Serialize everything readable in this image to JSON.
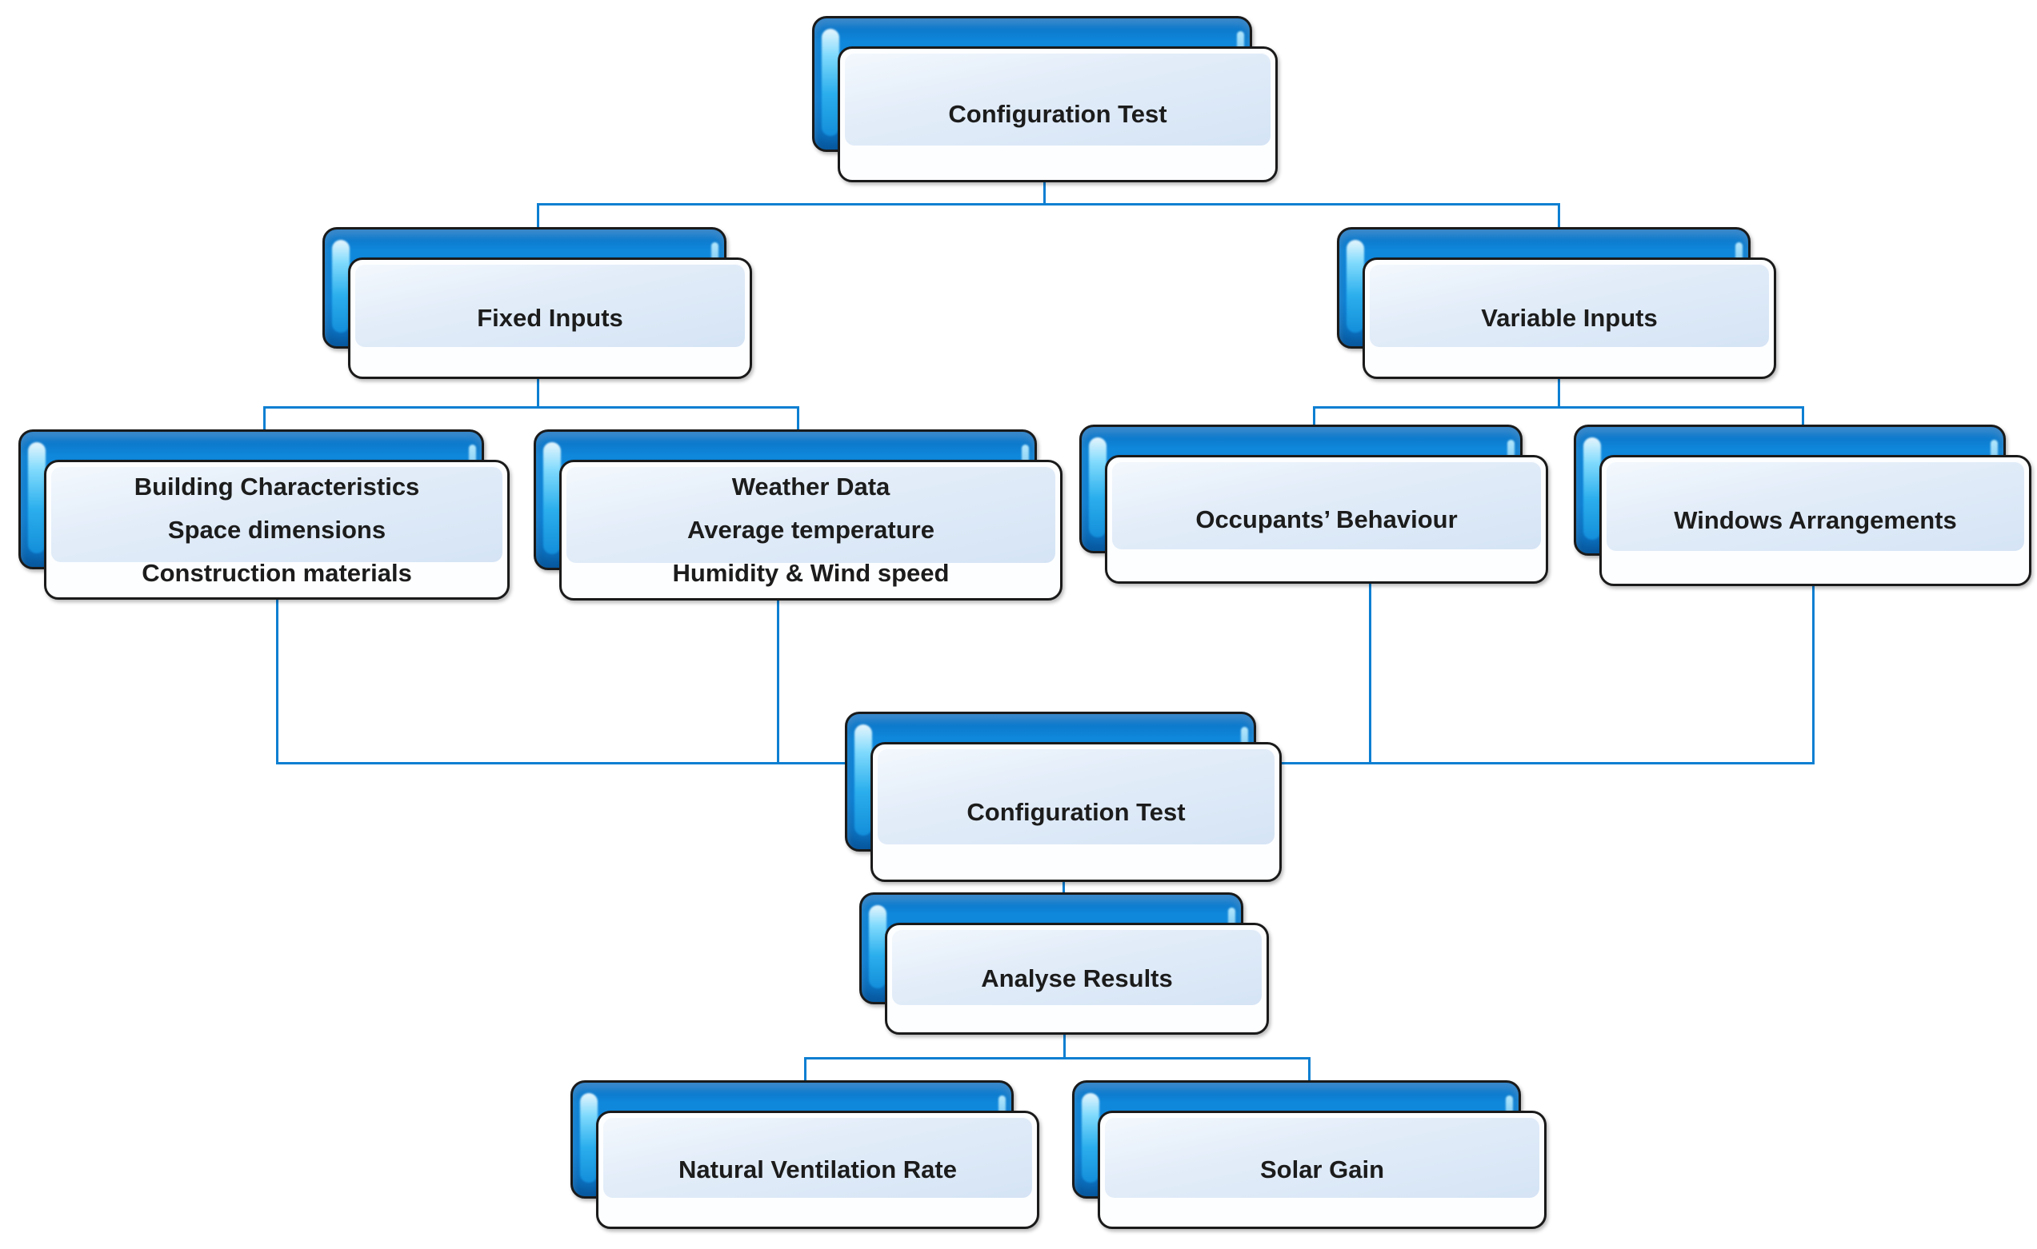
{
  "diagram": {
    "type": "flowchart",
    "background": "#ffffff",
    "colors": {
      "node_blue": "#0f84d8",
      "node_blue_highlight": "#86dfff",
      "node_panel_blue": "#dde9f7",
      "node_border": "#1a1a1a",
      "connector_blue": "#0d7fd2",
      "text": "#1c1c1c"
    },
    "nodes": [
      {
        "id": "config-top",
        "lines": [
          "Configuration Test"
        ]
      },
      {
        "id": "fixed-inputs",
        "lines": [
          "Fixed Inputs"
        ]
      },
      {
        "id": "variable-inputs",
        "lines": [
          "Variable Inputs"
        ]
      },
      {
        "id": "building-characteristics",
        "lines": [
          "Building Characteristics",
          "Space dimensions",
          "Construction materials"
        ]
      },
      {
        "id": "weather-data",
        "lines": [
          "Weather Data",
          "Average temperature",
          "Humidity & Wind speed"
        ]
      },
      {
        "id": "occupants-behaviour",
        "lines": [
          "Occupants’ Behaviour"
        ]
      },
      {
        "id": "windows-arrangements",
        "lines": [
          "Windows Arrangements"
        ]
      },
      {
        "id": "config-mid",
        "lines": [
          "Configuration Test"
        ]
      },
      {
        "id": "analyse-results",
        "lines": [
          "Analyse Results"
        ]
      },
      {
        "id": "natural-ventilation-rate",
        "lines": [
          "Natural Ventilation Rate"
        ]
      },
      {
        "id": "solar-gain",
        "lines": [
          "Solar Gain"
        ]
      }
    ],
    "edges": [
      [
        "config-top",
        "fixed-inputs"
      ],
      [
        "config-top",
        "variable-inputs"
      ],
      [
        "fixed-inputs",
        "building-characteristics"
      ],
      [
        "fixed-inputs",
        "weather-data"
      ],
      [
        "variable-inputs",
        "occupants-behaviour"
      ],
      [
        "variable-inputs",
        "windows-arrangements"
      ],
      [
        "building-characteristics",
        "config-mid"
      ],
      [
        "weather-data",
        "config-mid"
      ],
      [
        "occupants-behaviour",
        "config-mid"
      ],
      [
        "windows-arrangements",
        "config-mid"
      ],
      [
        "config-mid",
        "analyse-results"
      ],
      [
        "analyse-results",
        "natural-ventilation-rate"
      ],
      [
        "analyse-results",
        "solar-gain"
      ]
    ]
  }
}
